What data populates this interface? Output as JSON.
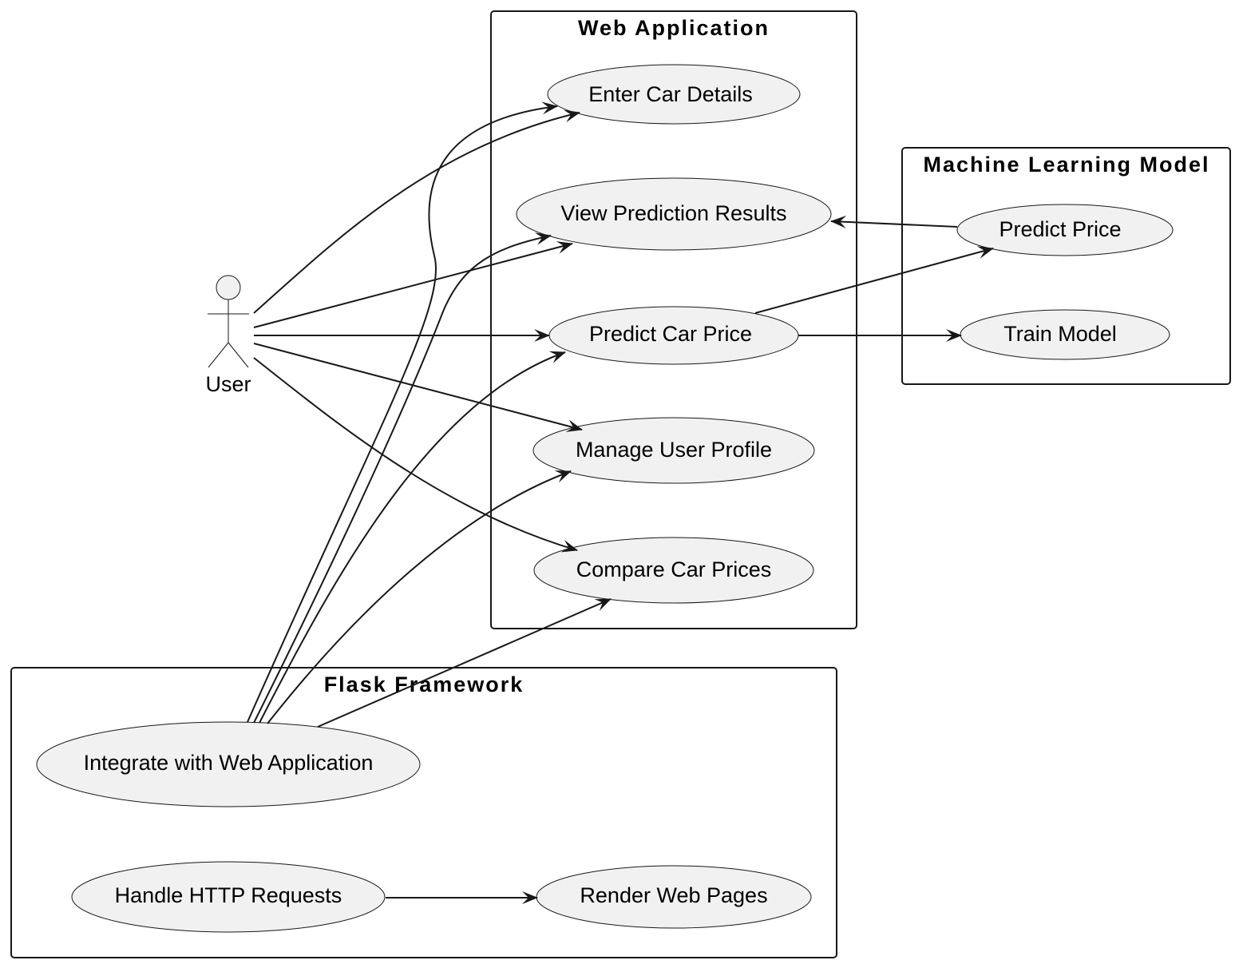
{
  "actor": {
    "label": "User"
  },
  "packages": {
    "web_application": {
      "title": "Web Application",
      "use_cases": {
        "enter_car_details": "Enter Car Details",
        "view_prediction_results": "View Prediction Results",
        "predict_car_price": "Predict Car Price",
        "manage_user_profile": "Manage User Profile",
        "compare_car_prices": "Compare Car Prices"
      }
    },
    "machine_learning_model": {
      "title": "Machine Learning Model",
      "use_cases": {
        "predict_price": "Predict Price",
        "train_model": "Train Model"
      }
    },
    "flask_framework": {
      "title": "Flask Framework",
      "use_cases": {
        "integrate_with_web_application": "Integrate with Web Application",
        "handle_http_requests": "Handle HTTP Requests",
        "render_web_pages": "Render Web Pages"
      }
    }
  },
  "relationships": [
    {
      "from": "User",
      "to": "Enter Car Details"
    },
    {
      "from": "User",
      "to": "View Prediction Results"
    },
    {
      "from": "User",
      "to": "Predict Car Price"
    },
    {
      "from": "User",
      "to": "Manage User Profile"
    },
    {
      "from": "User",
      "to": "Compare Car Prices"
    },
    {
      "from": "Predict Price",
      "to": "View Prediction Results"
    },
    {
      "from": "Predict Car Price",
      "to": "Predict Price"
    },
    {
      "from": "Predict Car Price",
      "to": "Train Model"
    },
    {
      "from": "Integrate with Web Application",
      "to": "Enter Car Details"
    },
    {
      "from": "Integrate with Web Application",
      "to": "View Prediction Results"
    },
    {
      "from": "Integrate with Web Application",
      "to": "Predict Car Price"
    },
    {
      "from": "Integrate with Web Application",
      "to": "Manage User Profile"
    },
    {
      "from": "Integrate with Web Application",
      "to": "Compare Car Prices"
    },
    {
      "from": "Handle HTTP Requests",
      "to": "Render Web Pages"
    }
  ]
}
